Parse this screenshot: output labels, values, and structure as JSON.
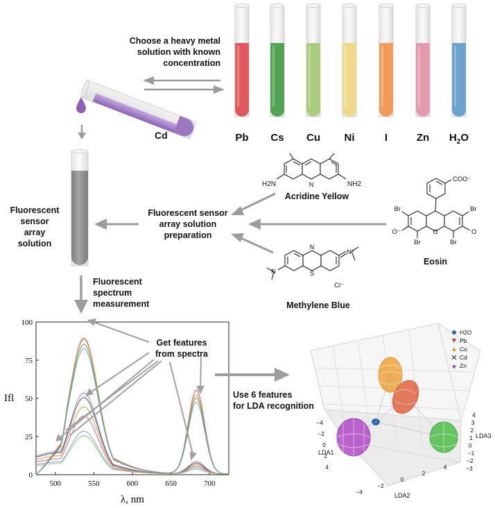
{
  "steps": {
    "choose": [
      "Choose a heavy metal",
      "solution with known",
      "concentration"
    ],
    "sensor_prep": [
      "Fluorescent sensor",
      "array solution",
      "preparation"
    ],
    "sensor_solution": [
      "Fluorescent",
      "sensor",
      "array",
      "solution"
    ],
    "spectrum": [
      "Fluorescent",
      "spectrum",
      "measurement"
    ],
    "features": [
      "Get features",
      "from spectra"
    ],
    "lda": [
      "Use 6 features",
      "for LDA recognition"
    ]
  },
  "selected_sample": "Cd",
  "tubes": [
    {
      "label": "Pb",
      "color": "#e0585e"
    },
    {
      "label": "Cs",
      "color": "#52a353"
    },
    {
      "label": "Cu",
      "color": "#a9cc7f"
    },
    {
      "label": "Ni",
      "color": "#efd98c"
    },
    {
      "label": "I",
      "color": "#ef9b59"
    },
    {
      "label": "Zn",
      "color": "#e39aae"
    },
    {
      "label": "H2O",
      "color": "#6aa2cd"
    }
  ],
  "colors": {
    "cd_solution": "#a27fc2",
    "sensor_solution": "#8c8c8c",
    "arrow": "#9c9c9c"
  },
  "dyes": {
    "acridine": {
      "name": "Acridine Yellow",
      "nh2_left": "H2N",
      "nh2_right": "NH2",
      "n": "N"
    },
    "eosin": {
      "name": "Eosin",
      "coo": "COO⁻",
      "br": "Br",
      "o_minus": "O⁻",
      "o": "O"
    },
    "methylene": {
      "name": "Methylene Blue",
      "s": "S",
      "n_plus": "N⁺",
      "n": "N",
      "cl": "Cl⁻"
    }
  },
  "chart_data": [
    {
      "type": "line",
      "xlabel": "λ, nm",
      "ylabel": "Ifl",
      "xlim": [
        475,
        725
      ],
      "ylim": [
        0,
        100
      ],
      "xticks": [
        500,
        550,
        600,
        650,
        700
      ],
      "yticks": [
        0,
        25,
        50,
        75,
        100
      ],
      "peak1_nm": 537,
      "peak2_nm": 683,
      "series": [
        {
          "color": "#e0585e",
          "p1": 89,
          "p2": 55,
          "b": 25
        },
        {
          "color": "#e39a59",
          "p1": 88,
          "p2": 52,
          "b": 24
        },
        {
          "color": "#52a353",
          "p1": 85,
          "p2": 50,
          "b": 23
        },
        {
          "color": "#6aa2cd",
          "p1": 82,
          "p2": 47,
          "b": 22
        },
        {
          "color": "#9a7cc0",
          "p1": 53,
          "p2": 8,
          "b": 15
        },
        {
          "color": "#555555",
          "p1": 50,
          "p2": 7,
          "b": 14
        },
        {
          "color": "#c7a24e",
          "p1": 44,
          "p2": 6,
          "b": 12
        },
        {
          "color": "#d36b9a",
          "p1": 38,
          "p2": 5,
          "b": 10
        },
        {
          "color": "#7aa7cf",
          "p1": 28,
          "p2": 4,
          "b": 8
        },
        {
          "color": "#97c27a",
          "p1": 25,
          "p2": 3,
          "b": 7
        }
      ]
    },
    {
      "type": "scatter",
      "xlabel": "LDA1",
      "ylabel": "LDA2",
      "zlabel": "LDA3",
      "lda1_ticks": [
        "−4",
        "−2",
        "0",
        "2",
        "4"
      ],
      "lda2_ticks": [
        "−4",
        "−2",
        "0",
        "2",
        "4"
      ],
      "lda3_ticks": [
        "4",
        "3",
        "2",
        "1",
        "0",
        "−1",
        "−2",
        "−3"
      ],
      "legend_position": "top-right",
      "series": [
        {
          "name": "H2O",
          "marker": "circle",
          "color": "#2d63b6"
        },
        {
          "name": "Pb",
          "marker": "triangle-down",
          "color": "#c2402c"
        },
        {
          "name": "Cu",
          "marker": "triangle-up",
          "color": "#e09a2a"
        },
        {
          "name": "Cd",
          "marker": "x",
          "color": "#333333"
        },
        {
          "name": "Zn",
          "marker": "star",
          "color": "#8a35a3"
        }
      ]
    }
  ]
}
